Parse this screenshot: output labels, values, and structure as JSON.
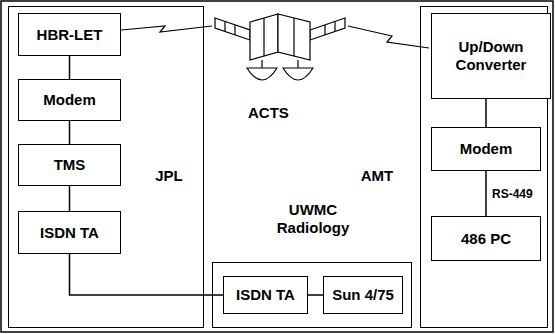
{
  "diagram": {
    "nodes": [
      {
        "text": [
          "JPL"
        ]
      },
      {
        "text": [
          "HBR-LET"
        ],
        "in": 0
      },
      {
        "text": [
          "Modem"
        ],
        "in": 0
      },
      {
        "text": [
          "TMS"
        ],
        "in": 0
      },
      {
        "text": [
          "ISDN TA"
        ],
        "in": 0
      },
      {
        "text": [
          "AMT"
        ]
      },
      {
        "text": [
          "Up/Down Converter"
        ],
        "in": 5
      },
      {
        "text": [
          "Modem"
        ],
        "in": 5
      },
      {
        "text": [
          "486 PC"
        ],
        "in": 5
      },
      {
        "text": [
          "UWMC Radiology"
        ]
      },
      {
        "text": [
          "ISDN TA"
        ],
        "in": 9
      },
      {
        "text": [
          "Sun 4/75"
        ],
        "in": 9
      }
    ],
    "edges": [
      {
        "from": 1,
        "to": 2,
        "arrow": "none"
      },
      {
        "from": 2,
        "to": 3,
        "arrow": "none"
      },
      {
        "from": 3,
        "to": 4,
        "arrow": "none"
      },
      {
        "from": 4,
        "to": 10,
        "arrow": "none"
      },
      {
        "from": 10,
        "to": 11,
        "arrow": "none"
      },
      {
        "from": 6,
        "to": 7,
        "arrow": "none"
      },
      {
        "from": 7,
        "to": 8,
        "label": "RS-449",
        "arrow": "none"
      }
    ],
    "labels": [
      "ACTS"
    ]
  }
}
